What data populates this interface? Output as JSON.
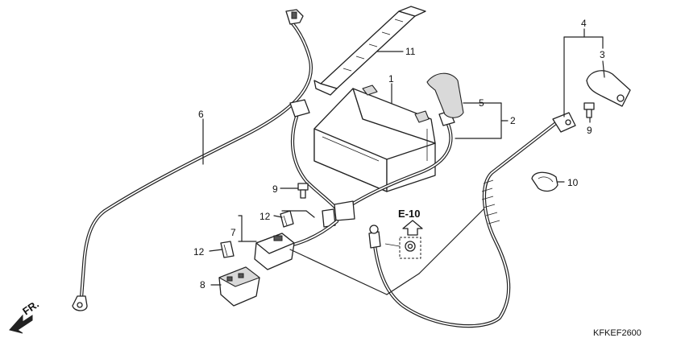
{
  "callouts": {
    "c1": "1",
    "c2": "2",
    "c3": "3",
    "c4": "4",
    "c5": "5",
    "c6": "6",
    "c7": "7",
    "c8": "8",
    "c9a": "9",
    "c9b": "9",
    "c10": "10",
    "c11": "11",
    "c12a": "12",
    "c12b": "12"
  },
  "reference_label": "E-10",
  "diagram_code": "KFKEF2600",
  "direction_label": "FR.",
  "colors": {
    "line": "#222222",
    "fill": "#ffffff",
    "shade": "#d9d9d9"
  }
}
